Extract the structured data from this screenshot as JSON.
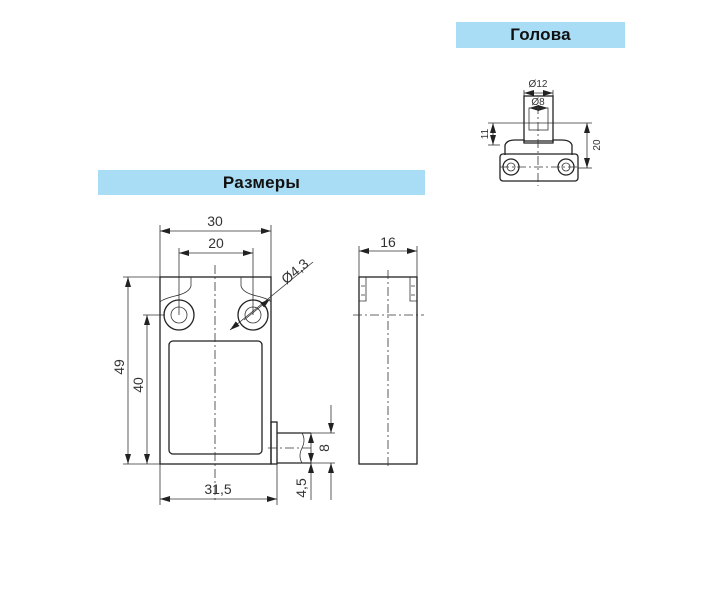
{
  "head": {
    "title": "Голова",
    "dims": {
      "outer_diameter": "Ø12",
      "inner_diameter": "Ø8",
      "height_small": "11",
      "height_total": "20"
    }
  },
  "dimensions": {
    "title": "Размеры",
    "front": {
      "width": "30",
      "hole_spacing": "20",
      "hole_diameter": "Ø4,3",
      "height_total": "49",
      "height_holes": "40",
      "width_with_connector": "31,5",
      "connector_height": "8",
      "connector_offset": "4,5"
    },
    "side": {
      "depth": "16"
    }
  }
}
